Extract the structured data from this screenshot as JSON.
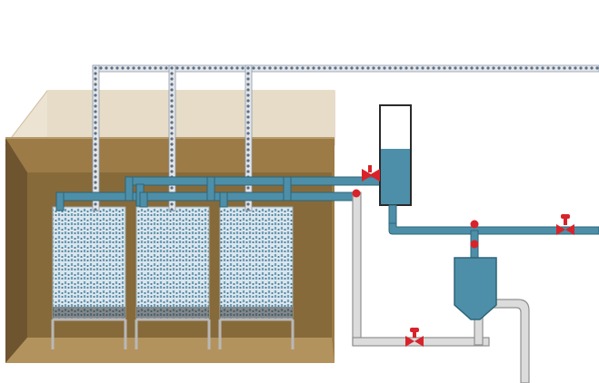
{
  "diagram": {
    "background": "#ffffff",
    "colors": {
      "tank_wall_light": "#e8dcc7",
      "tank_wall_mid": "#c9b38c",
      "tank_inner_back": "#8c6e3f",
      "tank_inner_side": "#7b5f33",
      "sludge_water": "#9a7a45",
      "process_pipe_blue": "#4d8fa8",
      "process_pipe_dark": "#2e6478",
      "grey_pipe": "#d9d9d9",
      "grey_pipe_outline": "#8f8f8f",
      "air_line_dots": "#5a6f8a",
      "valve_red": "#d8232a",
      "module_frame": "#b8b8b8",
      "membrane_fibers": "#6d9fb8"
    },
    "components": [
      {
        "id": "bioreactor-tank",
        "kind": "tank"
      },
      {
        "id": "membrane-module",
        "kind": "module",
        "count": 3
      },
      {
        "id": "aeration-air-line",
        "kind": "pipe"
      },
      {
        "id": "permeate-header",
        "kind": "pipe"
      },
      {
        "id": "vacuum-column",
        "kind": "vessel",
        "fill_level": 0.55
      },
      {
        "id": "permeate-collector",
        "kind": "vessel"
      },
      {
        "id": "isolation-valve",
        "kind": "valve",
        "count": 3
      }
    ]
  }
}
